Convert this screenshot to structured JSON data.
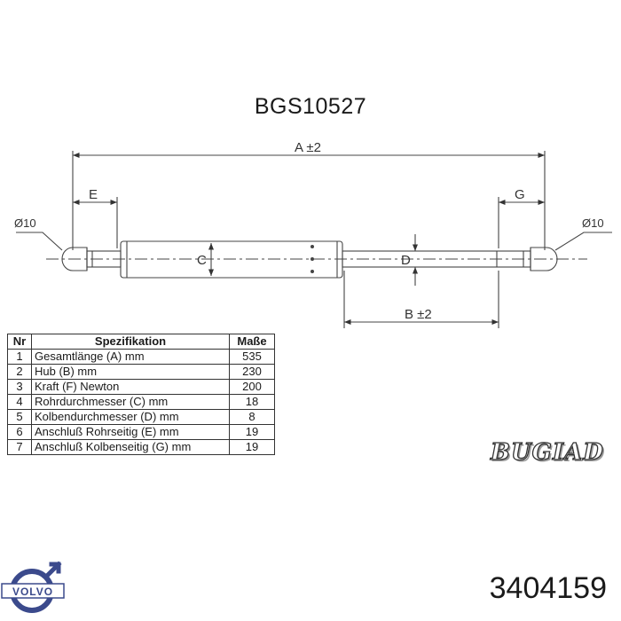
{
  "part_code": "BGS10527",
  "labels": {
    "dim_a": "A ±2",
    "dim_b": "B ±2",
    "dim_c": "C",
    "dim_d": "D",
    "dim_e": "E",
    "dim_g": "G",
    "dia_left": "Ø10",
    "dia_right": "Ø10"
  },
  "table": {
    "headers": [
      "Nr",
      "Spezifikation",
      "Maße"
    ],
    "rows": [
      {
        "nr": "1",
        "name": "Gesamtlänge (A) mm",
        "value": "535"
      },
      {
        "nr": "2",
        "name": "Hub (B)  mm",
        "value": "230"
      },
      {
        "nr": "3",
        "name": "Kraft (F) Newton",
        "value": "200"
      },
      {
        "nr": "4",
        "name": "Rohrdurchmesser (C) mm",
        "value": "18"
      },
      {
        "nr": "5",
        "name": "Kolbendurchmesser (D) mm",
        "value": "8"
      },
      {
        "nr": "6",
        "name": "Anschluß Rohrseitig (E) mm",
        "value": "19"
      },
      {
        "nr": "7",
        "name": "Anschluß Kolbenseitig (G) mm",
        "value": "19"
      }
    ]
  },
  "brand": "BUGIAD",
  "oem_brand": "VOLVO",
  "oem_number": "3404159"
}
